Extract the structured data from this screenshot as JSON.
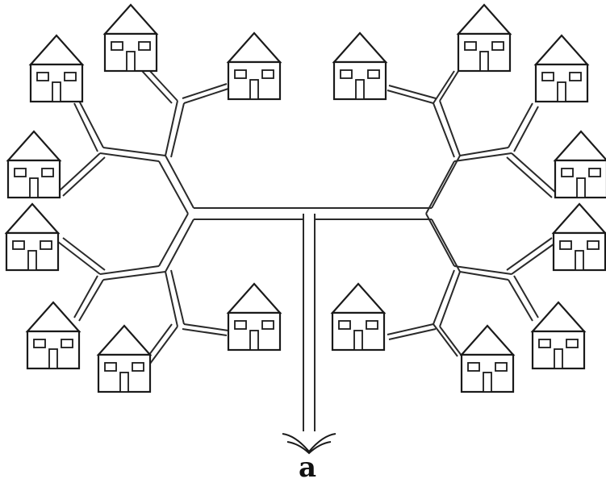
{
  "figure": {
    "panel_label": "a",
    "houses": [
      {
        "side": "left"
      },
      {
        "side": "left"
      },
      {
        "side": "left"
      },
      {
        "side": "left"
      },
      {
        "side": "left"
      },
      {
        "side": "left"
      },
      {
        "side": "left"
      },
      {
        "side": "left"
      },
      {
        "side": "right"
      },
      {
        "side": "right"
      },
      {
        "side": "right"
      },
      {
        "side": "right"
      },
      {
        "side": "right"
      },
      {
        "side": "right"
      },
      {
        "side": "right"
      },
      {
        "side": "right"
      }
    ],
    "colors": {
      "line": "#1a1a1a",
      "background": "#ffffff"
    }
  }
}
